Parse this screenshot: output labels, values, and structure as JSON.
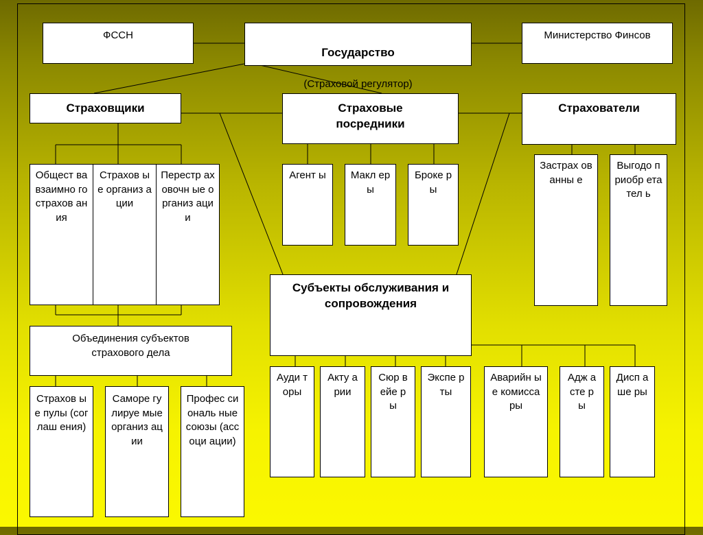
{
  "top": {
    "fssn": "ФССН",
    "state_title": "Государство",
    "state_sub": "(Страховой регулятор)",
    "minfin": "Министерство Финсов"
  },
  "level2": {
    "insurers": "Страховщики",
    "intermediaries": "Страховые посредники",
    "policyholders": "Страхователи"
  },
  "insurers_children": [
    "Общест ва взаимно го страхов ания",
    "Страхов ые организ ации",
    "Перестр аховочн ые организ ации"
  ],
  "associations": "Объединения субъектов страхового дела",
  "associations_children": [
    "Страхов ые пулы (соглаш ения)",
    "Саморе гулируе мые организ ации",
    "Профес сиональ ные союзы (ассоци ации)"
  ],
  "intermediaries_children": [
    "Агент ы",
    "Макл еры",
    "Броке ры"
  ],
  "policyholders_children": [
    "Застрах ованны е",
    "Выгодо приобр етател ь"
  ],
  "service": "Субъекты обслуживания и сопровождения",
  "service_children": [
    "Ауди торы",
    "Акту арии",
    "Сюр вейе ры",
    "Экспе рты",
    "Аварийн ые комисса ры",
    "Адж асте ры",
    "Дисп аше ры"
  ]
}
